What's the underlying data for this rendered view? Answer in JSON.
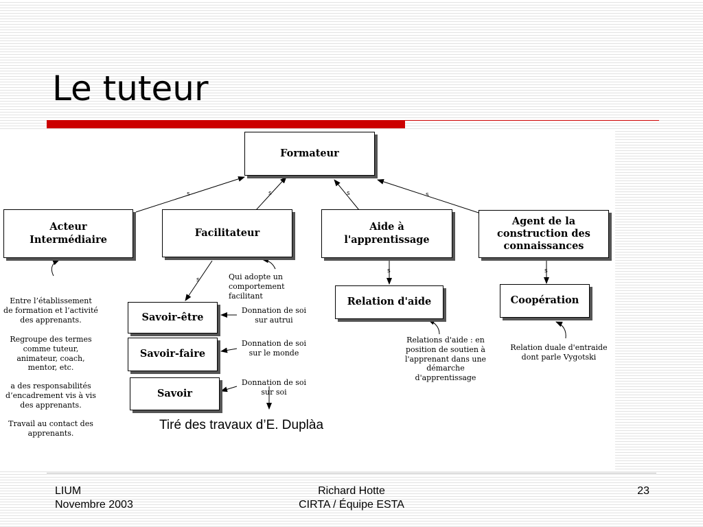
{
  "title": "Le tuteur",
  "diagram": {
    "nodes": {
      "formateur": "Formateur",
      "acteur": "Acteur\nIntermédiaire",
      "facilitateur": "Facilitateur",
      "aide": "Aide à\nl'apprentissage",
      "agent": "Agent de la\nconstruction des\nconnaissances",
      "savoir_etre": "Savoir-être",
      "savoir_faire": "Savoir-faire",
      "savoir": "Savoir",
      "relation_aide": "Relation d'aide",
      "cooperation": "Coopération"
    },
    "notes": {
      "facilitateur": "Qui adopte un\ncomportement\nfacilitant",
      "savoir_etre": "Donnation de soi\nsur autrui",
      "savoir_faire": "Donnation de soi\nsur le monde",
      "savoir": "Donnation de soi\nsur soi",
      "relation_aide": "Relations d'aide : en\nposition de soutien à\nl'apprenant dans une\ndémarche\nd'apprentissage",
      "cooperation": "Relation duale d'entraide\ndont parle Vygotski",
      "acteur_1": "Entre l’établissement\nde formation et l’activité\ndes apprenants.",
      "acteur_2": "Regroupe des termes\ncomme tuteur,\nanimateur, coach,\nmentor, etc.",
      "acteur_3": "a des responsabilités\nd’encadrement vis à vis\ndes apprenants.",
      "acteur_4": "Travail au contact des\napprenants."
    },
    "link_label": "s"
  },
  "credit": "Tiré des travaux d’E. Duplàa",
  "footer": {
    "left_1": "LIUM",
    "left_2": "Novembre 2003",
    "center_1": "Richard Hotte",
    "center_2": "CIRTA / Équipe ESTA",
    "page": "23"
  }
}
